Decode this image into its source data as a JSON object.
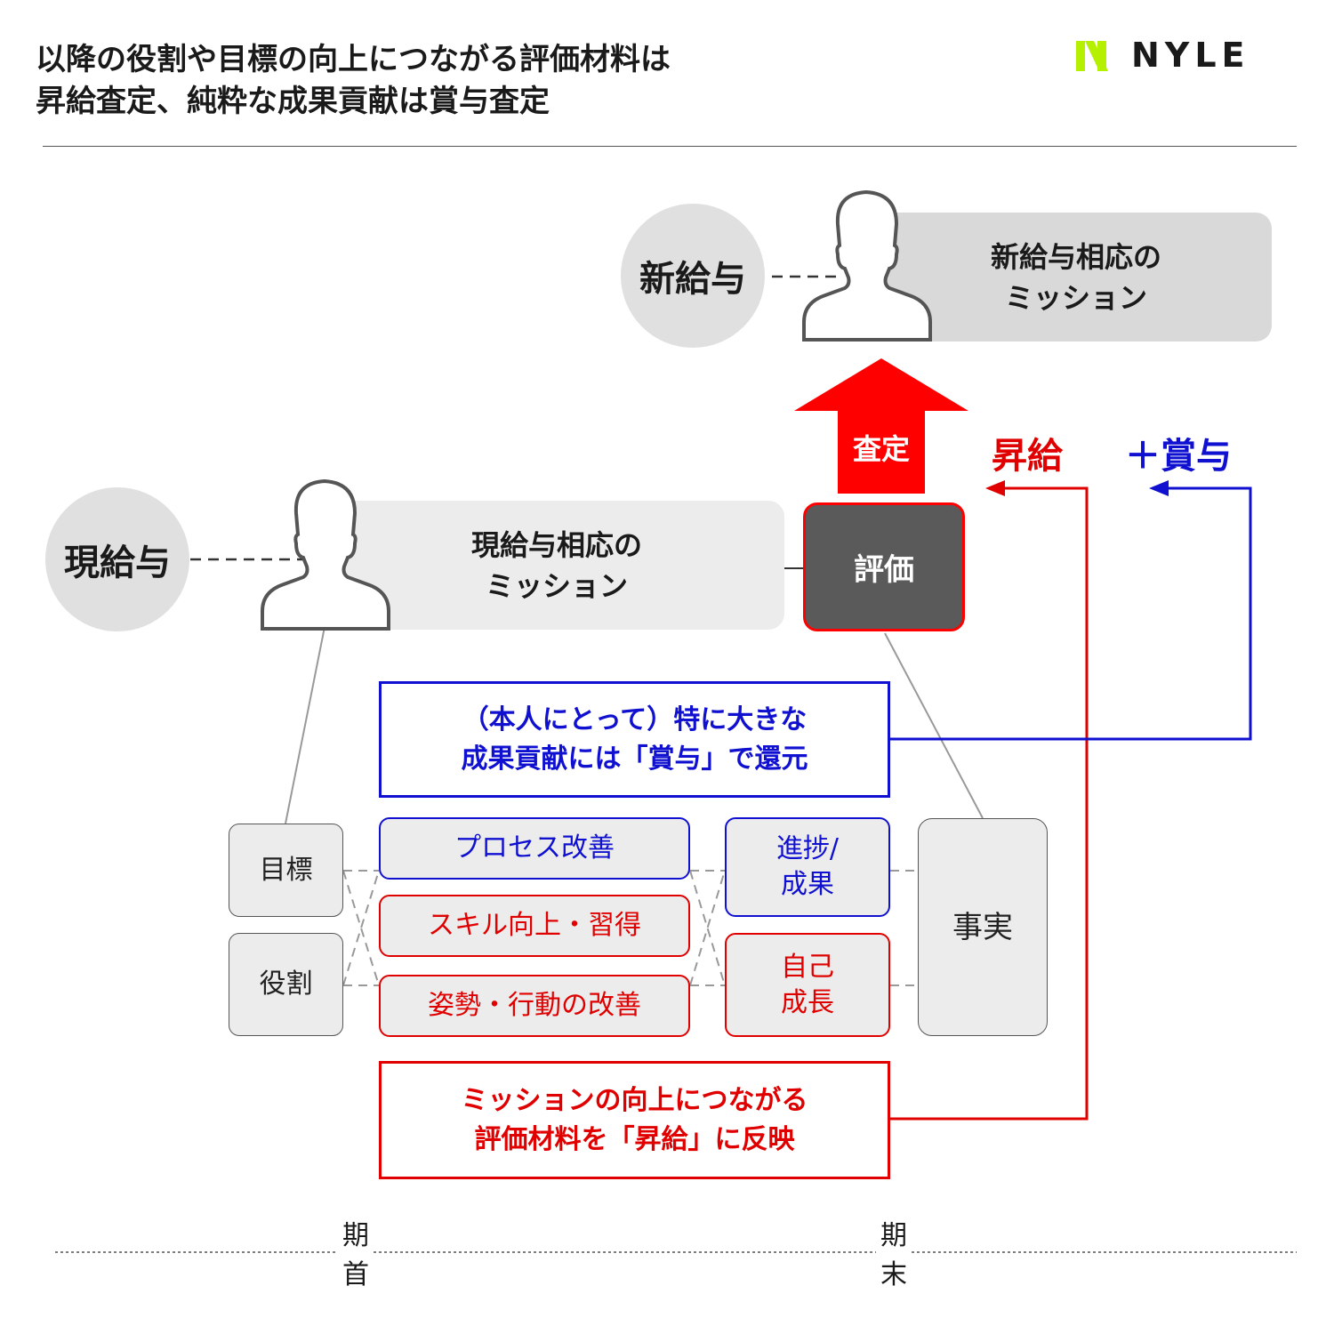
{
  "title": {
    "line1": "以降の役割や目標の向上につながる評価材料は",
    "line2": "昇給査定、純粋な成果貢献は賞与査定"
  },
  "logo": {
    "text": "NYLE",
    "icon": "nyle-logo-icon",
    "accent_color": "#b5f000"
  },
  "new_salary": {
    "circle_label": "新給与",
    "mission_line1": "新給与相応の",
    "mission_line2": "ミッション"
  },
  "current_salary": {
    "circle_label": "現給与",
    "mission_line1": "現給与相応の",
    "mission_line2": "ミッション"
  },
  "assessment_arrow_label": "査定",
  "evaluation_label": "評価",
  "raise_label": "昇給",
  "bonus_label": "＋賞与",
  "bonus_box": {
    "line1": "（本人にとって）特に大きな",
    "line2": "成果貢献には「賞与」で還元"
  },
  "raise_box": {
    "line1": "ミッションの向上につながる",
    "line2": "評価材料を「昇給」に反映"
  },
  "left_items": {
    "goal": "目標",
    "role": "役割"
  },
  "middle_items": {
    "process": "プロセス改善",
    "skill": "スキル向上・習得",
    "attitude": "姿勢・行動の改善"
  },
  "right_items": {
    "progress_line1": "進捗/",
    "progress_line2": "成果",
    "growth_line1": "自己",
    "growth_line2": "成長"
  },
  "fact_label": "事実",
  "timeline": {
    "start_line1": "期",
    "start_line2": "首",
    "end_line1": "期",
    "end_line2": "末"
  },
  "colors": {
    "red": "#e00000",
    "blue": "#1010d0",
    "gray": "#e0e0e0",
    "dark": "#5a5a5a"
  }
}
